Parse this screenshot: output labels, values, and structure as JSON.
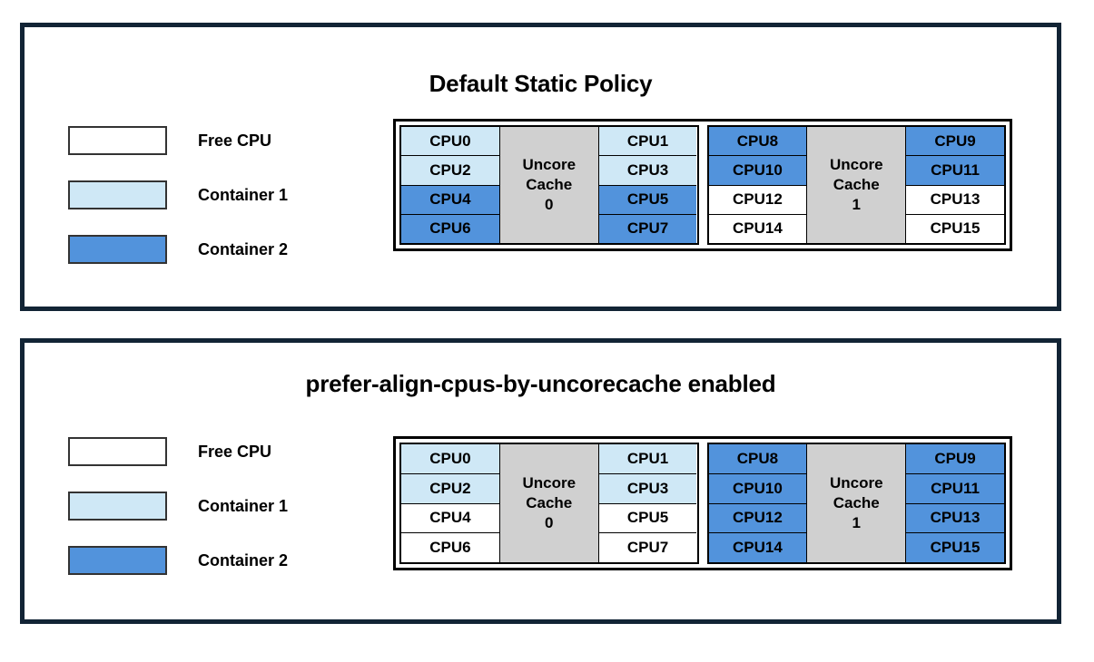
{
  "colors": {
    "free_cpu": "#ffffff",
    "container_1": "#cfe8f6",
    "container_2": "#5293dc",
    "uncore_cache": "#d0d0d0",
    "panel_border": "#122435",
    "cell_border": "#000000"
  },
  "legend_common": {
    "items": [
      {
        "label": "Free CPU",
        "fill": "free"
      },
      {
        "label": "Container 1",
        "fill": "c1"
      },
      {
        "label": "Container 2",
        "fill": "c2"
      }
    ]
  },
  "panels": [
    {
      "title": "Default Static Policy",
      "legend": [
        {
          "label": "Free CPU",
          "fill": "free"
        },
        {
          "label": "Container 1",
          "fill": "c1"
        },
        {
          "label": "Container 2",
          "fill": "c2"
        }
      ],
      "sockets": [
        {
          "cache_label_line1": "Uncore",
          "cache_label_line2": "Cache",
          "cache_label_line3": "0",
          "left_column": [
            {
              "label": "CPU0",
              "fill": "c1"
            },
            {
              "label": "CPU2",
              "fill": "c1"
            },
            {
              "label": "CPU4",
              "fill": "c2"
            },
            {
              "label": "CPU6",
              "fill": "c2"
            }
          ],
          "right_column": [
            {
              "label": "CPU1",
              "fill": "c1"
            },
            {
              "label": "CPU3",
              "fill": "c1"
            },
            {
              "label": "CPU5",
              "fill": "c2"
            },
            {
              "label": "CPU7",
              "fill": "c2"
            }
          ]
        },
        {
          "cache_label_line1": "Uncore",
          "cache_label_line2": "Cache",
          "cache_label_line3": "1",
          "left_column": [
            {
              "label": "CPU8",
              "fill": "c2"
            },
            {
              "label": "CPU10",
              "fill": "c2"
            },
            {
              "label": "CPU12",
              "fill": "free"
            },
            {
              "label": "CPU14",
              "fill": "free"
            }
          ],
          "right_column": [
            {
              "label": "CPU9",
              "fill": "c2"
            },
            {
              "label": "CPU11",
              "fill": "c2"
            },
            {
              "label": "CPU13",
              "fill": "free"
            },
            {
              "label": "CPU15",
              "fill": "free"
            }
          ]
        }
      ]
    },
    {
      "title": "prefer-align-cpus-by-uncorecache enabled",
      "legend": [
        {
          "label": "Free CPU",
          "fill": "free"
        },
        {
          "label": "Container 1",
          "fill": "c1"
        },
        {
          "label": "Container 2",
          "fill": "c2"
        }
      ],
      "sockets": [
        {
          "cache_label_line1": "Uncore",
          "cache_label_line2": "Cache",
          "cache_label_line3": "0",
          "left_column": [
            {
              "label": "CPU0",
              "fill": "c1"
            },
            {
              "label": "CPU2",
              "fill": "c1"
            },
            {
              "label": "CPU4",
              "fill": "free"
            },
            {
              "label": "CPU6",
              "fill": "free"
            }
          ],
          "right_column": [
            {
              "label": "CPU1",
              "fill": "c1"
            },
            {
              "label": "CPU3",
              "fill": "c1"
            },
            {
              "label": "CPU5",
              "fill": "free"
            },
            {
              "label": "CPU7",
              "fill": "free"
            }
          ]
        },
        {
          "cache_label_line1": "Uncore",
          "cache_label_line2": "Cache",
          "cache_label_line3": "1",
          "left_column": [
            {
              "label": "CPU8",
              "fill": "c2"
            },
            {
              "label": "CPU10",
              "fill": "c2"
            },
            {
              "label": "CPU12",
              "fill": "c2"
            },
            {
              "label": "CPU14",
              "fill": "c2"
            }
          ],
          "right_column": [
            {
              "label": "CPU9",
              "fill": "c2"
            },
            {
              "label": "CPU11",
              "fill": "c2"
            },
            {
              "label": "CPU13",
              "fill": "c2"
            },
            {
              "label": "CPU15",
              "fill": "c2"
            }
          ]
        }
      ]
    }
  ]
}
